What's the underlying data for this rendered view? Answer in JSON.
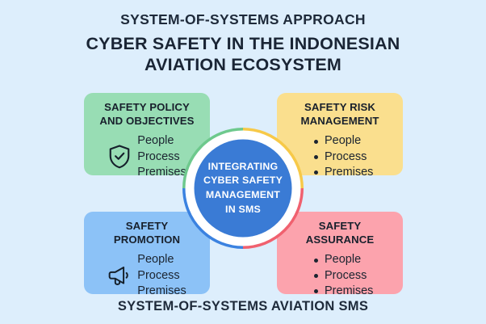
{
  "header": {
    "kicker": "SYSTEM-OF-SYSTEMS APPROACH",
    "title_line1": "CYBER SAFETY IN THE INDONESIAN",
    "title_line2": "AVIATION ECOSYSTEM"
  },
  "footer": {
    "caption": "SYSTEM-OF-SYSTEMS AVIATION SMS"
  },
  "center": {
    "line1": "INTEGRATING",
    "line2": "CYBER SAFETY",
    "line3": "MANAGEMENT",
    "line4": "IN SMS",
    "fill_color": "#3a7bd5",
    "text_color": "#ffffff"
  },
  "ring": {
    "arc_top_left_color": "#6ec98d",
    "arc_top_right_color": "#f7c948",
    "arc_bottom_right_color": "#f0616f",
    "arc_bottom_left_color": "#3b82e0",
    "gap_color": "#ffffff"
  },
  "cards": [
    {
      "id": "policy",
      "title_line1": "SAFETY POLICY",
      "title_line2": "AND OBJECTIVES",
      "color": "#98ddb4",
      "icon": "shield-check-icon",
      "marker": "icon",
      "items": [
        "People",
        "Process",
        "Premises"
      ]
    },
    {
      "id": "risk",
      "title_line1": "SAFETY RISK",
      "title_line2": "MANAGEMENT",
      "color": "#fadf8e",
      "icon": "none",
      "marker": "bullets",
      "items": [
        "People",
        "Process",
        "Premises"
      ]
    },
    {
      "id": "promotion",
      "title_line1": "SAFETY",
      "title_line2": "PROMOTION",
      "color": "#8cc2f7",
      "icon": "megaphone-icon",
      "marker": "icon",
      "items": [
        "People",
        "Process",
        "Premises"
      ]
    },
    {
      "id": "assurance",
      "title_line1": "SAFETY",
      "title_line2": "ASSURANCE",
      "color": "#fca3ad",
      "icon": "none",
      "marker": "bullets",
      "items": [
        "People",
        "Process",
        "Premises"
      ]
    }
  ],
  "background_color": "#ddeefc"
}
